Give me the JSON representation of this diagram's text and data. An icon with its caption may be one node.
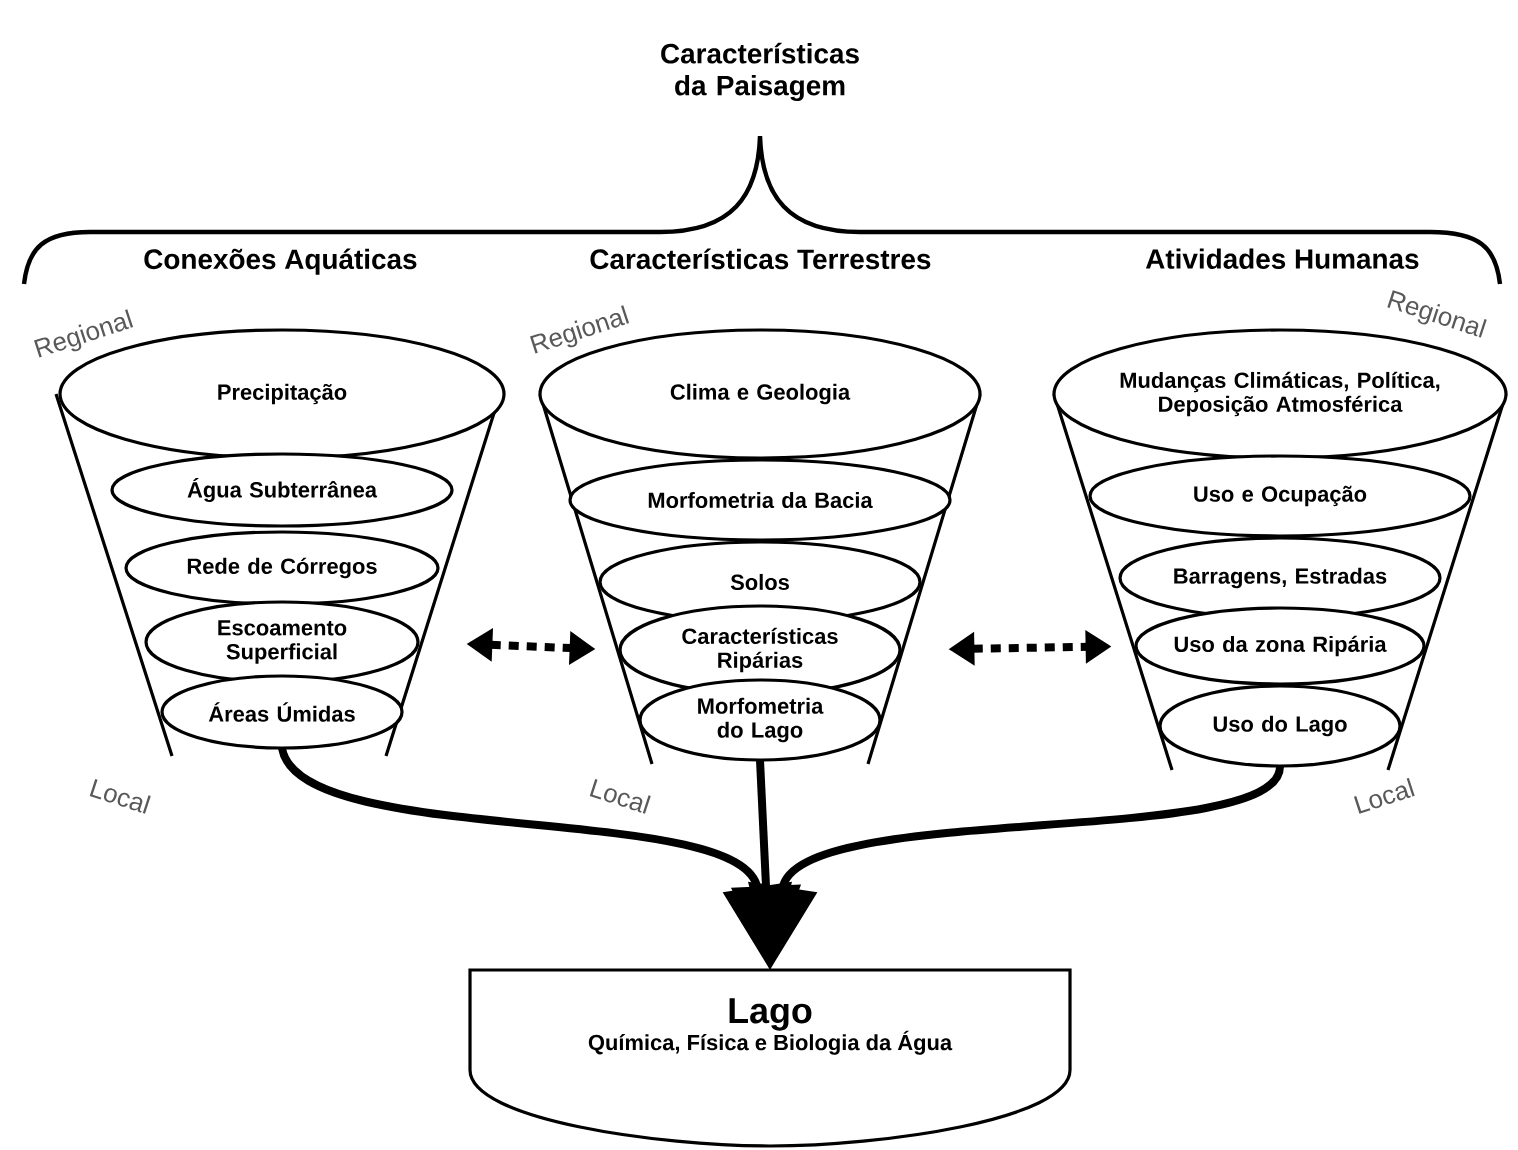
{
  "diagram": {
    "title": "Características da Paisagem",
    "nodes": [
      {
        "text": [
          "Conexões Aquáticas"
        ]
      },
      {
        "text": [
          "Precipitação"
        ],
        "in": 0
      },
      {
        "text": [
          "Água Subterrânea"
        ],
        "in": 0
      },
      {
        "text": [
          "Rede de Córregos"
        ],
        "in": 0
      },
      {
        "text": [
          "Escoamento Superficial"
        ],
        "in": 0
      },
      {
        "text": [
          "Áreas Úmidas"
        ],
        "in": 0
      },
      {
        "text": [
          "Características Terrestres"
        ]
      },
      {
        "text": [
          "Clima e Geologia"
        ],
        "in": 6
      },
      {
        "text": [
          "Morfometria da Bacia"
        ],
        "in": 6
      },
      {
        "text": [
          "Solos"
        ],
        "in": 6
      },
      {
        "text": [
          "Características Ripárias"
        ],
        "in": 6
      },
      {
        "text": [
          "Morfometria do Lago"
        ],
        "in": 6
      },
      {
        "text": [
          "Atividades Humanas"
        ]
      },
      {
        "text": [
          "Mudanças Climáticas, Política, Deposição Atmosférica"
        ],
        "in": 12
      },
      {
        "text": [
          "Uso e Ocupação"
        ],
        "in": 12
      },
      {
        "text": [
          "Barragens, Estradas"
        ],
        "in": 12
      },
      {
        "text": [
          "Uso da zona Ripária"
        ],
        "in": 12
      },
      {
        "text": [
          "Uso do Lago"
        ],
        "in": 12
      },
      {
        "text": [
          "Lago",
          "Química, Física e Biologia da Água"
        ]
      }
    ],
    "edges": [
      {
        "from": 4,
        "to": 10,
        "arrow": "both",
        "style": "dashed"
      },
      {
        "from": 10,
        "to": 16,
        "arrow": "both",
        "style": "dashed"
      },
      {
        "from": 5,
        "to": 18,
        "arrow": "to"
      },
      {
        "from": 11,
        "to": 18,
        "arrow": "to"
      },
      {
        "from": 17,
        "to": 18,
        "arrow": "to"
      }
    ],
    "labels": [
      "Regional",
      "Regional",
      "Regional",
      "Local",
      "Local",
      "Local"
    ]
  }
}
